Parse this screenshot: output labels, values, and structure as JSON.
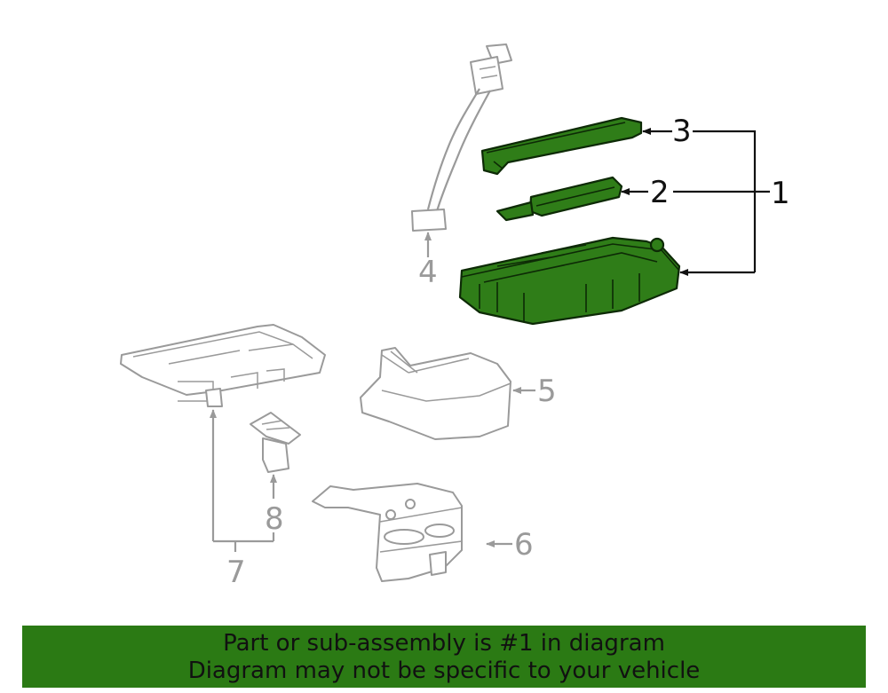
{
  "callouts": [
    {
      "id": "1",
      "label": "1"
    },
    {
      "id": "2",
      "label": "2"
    },
    {
      "id": "3",
      "label": "3"
    },
    {
      "id": "4",
      "label": "4"
    },
    {
      "id": "5",
      "label": "5"
    },
    {
      "id": "6",
      "label": "6"
    },
    {
      "id": "7",
      "label": "7"
    },
    {
      "id": "8",
      "label": "8"
    }
  ],
  "highlight_color": "#2f7d18",
  "banner": {
    "line1": "Part or sub-assembly is #1 in diagram",
    "line2": "Diagram may not be specific to your vehicle",
    "background": "#2b7a14"
  }
}
